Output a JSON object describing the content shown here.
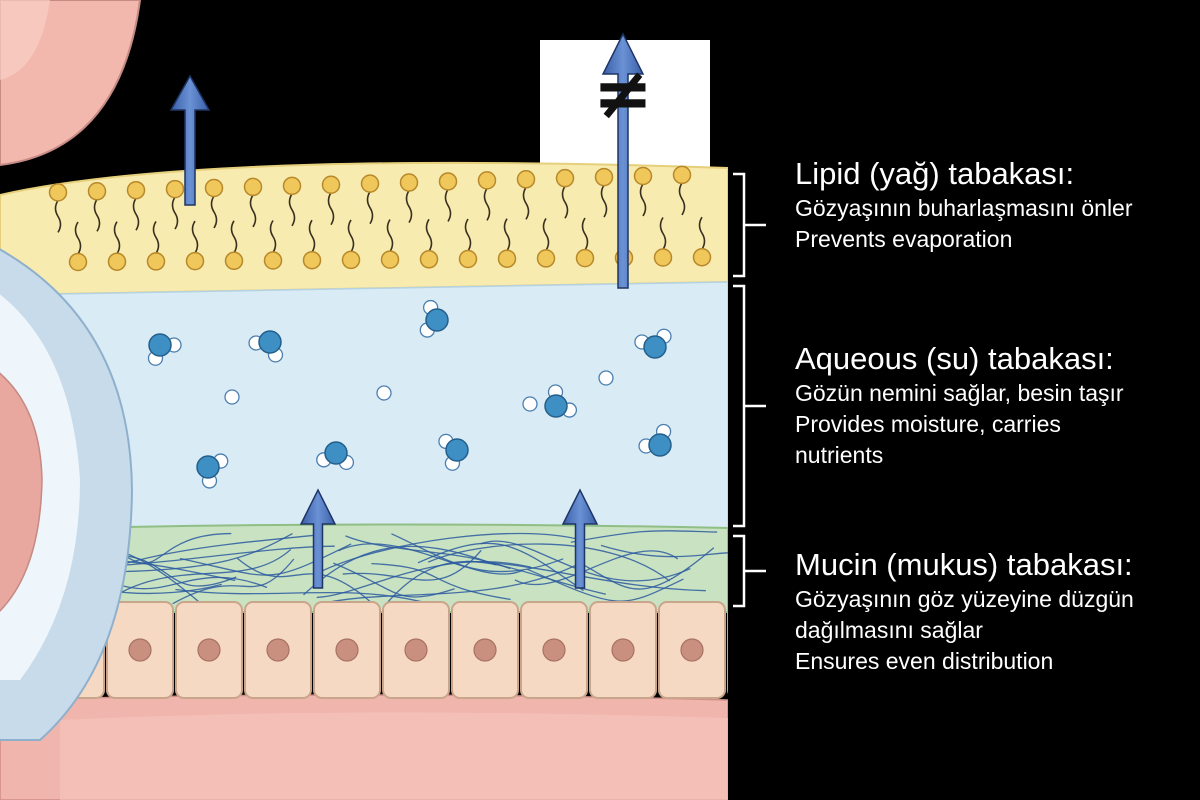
{
  "layers": {
    "lipid": {
      "title": "Lipid (yağ) tabakası:",
      "lines": [
        "Gözyaşının buharlaşmasını önler",
        "Prevents evaporation"
      ]
    },
    "aqueous": {
      "title": "Aqueous (su) tabakası:",
      "lines": [
        "Gözün nemini sağlar, besin taşır",
        "Provides moisture, carries",
        "nutrients"
      ]
    },
    "mucin": {
      "title": "Mucin (mukus) tabakası:",
      "lines": [
        "Gözyaşının göz yüzeyine düzgün",
        "dağılmasını sağlar",
        "Ensures even distribution"
      ]
    }
  },
  "symbols": {
    "not_equal": "≠"
  },
  "colors": {
    "background": "#000000",
    "lipid_layer": "#f7ebb0",
    "lipid_head": "#f0c75a",
    "aqueous_layer": "#d9ebf4",
    "water_molecule": "#3d8fc4",
    "mucin_layer": "#c9e2c2",
    "mucin_fibers": "#2c5aa0",
    "epithelium": "#f6d9c2",
    "nucleus": "#c98f7f",
    "tissue": "#f0b5ad",
    "arrow": "#4a72b8",
    "text": "#ffffff"
  }
}
